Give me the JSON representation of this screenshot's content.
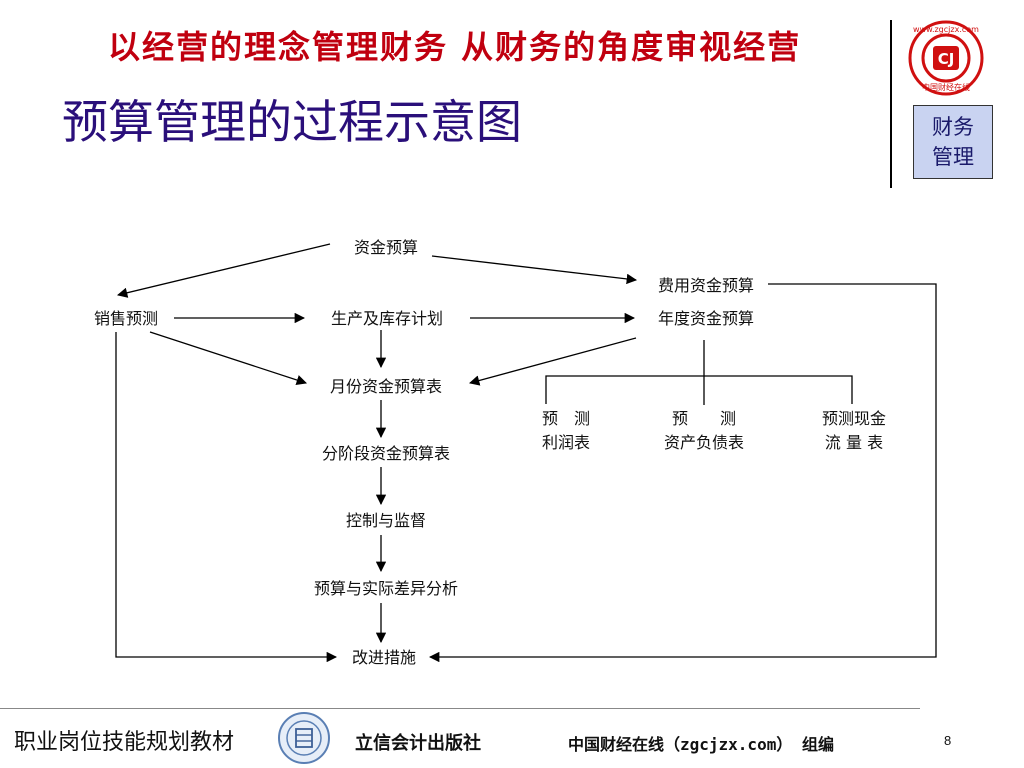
{
  "header": {
    "slogan": "以经营的理念管理财务 从财务的角度审视经营",
    "title": "预算管理的过程示意图",
    "badge": "财务管理",
    "logo_ring_text": "www.zgcjzx.com",
    "logo_center_text": "CJ",
    "logo_bottom_text": "中国财经在线"
  },
  "diagram": {
    "nodes": {
      "capital_budget": "资金预算",
      "expense_budget": "费用资金预算",
      "sales_forecast": "销售预测",
      "production_plan": "生产及库存计划",
      "annual_budget": "年度资金预算",
      "monthly_budget": "月份资金预算表",
      "forecast_profit_1": "预　测",
      "forecast_profit_2": "利润表",
      "forecast_balance_1": "预　　测",
      "forecast_balance_2": "资产负债表",
      "forecast_cash_1": "预测现金",
      "forecast_cash_2": "流 量 表",
      "phase_budget": "分阶段资金预算表",
      "control": "控制与监督",
      "variance": "预算与实际差异分析",
      "improve": "改进措施"
    }
  },
  "footer": {
    "series": "职业岗位技能规划教材",
    "publisher": "立信会计出版社",
    "site": "中国财经在线（zgcjzx.com） 组编",
    "page": "8"
  },
  "colors": {
    "slogan": "#c0000f",
    "title": "#2a0f7a",
    "badge_bg": "#c9d3f1",
    "logo_red": "#d01010"
  }
}
